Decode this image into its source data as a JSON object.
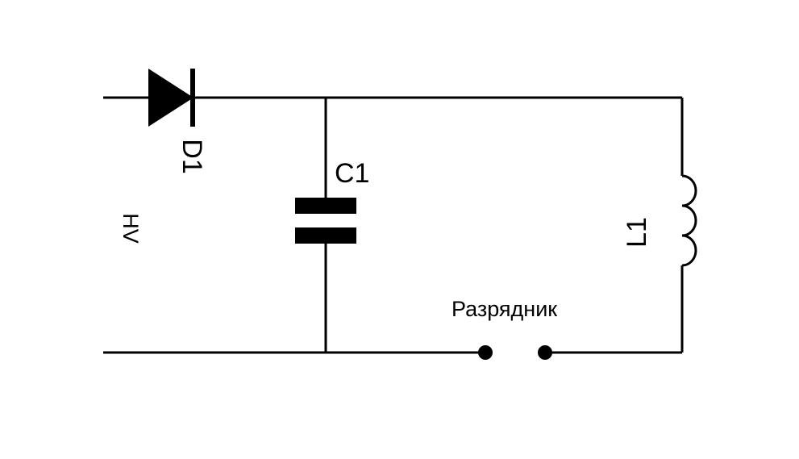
{
  "diagram": {
    "title": "",
    "colors": {
      "ink": "#000000",
      "background": "#ffffff"
    },
    "components": {
      "diode": {
        "label": "D1",
        "symbol": "diode-icon"
      },
      "capacitor": {
        "label": "C1",
        "symbol": "capacitor-icon"
      },
      "inductor": {
        "label": "L1",
        "symbol": "inductor-icon"
      },
      "spark_gap": {
        "label": "Разрядник",
        "symbol": "spark-gap-icon"
      },
      "source": {
        "label": "HV"
      }
    }
  }
}
